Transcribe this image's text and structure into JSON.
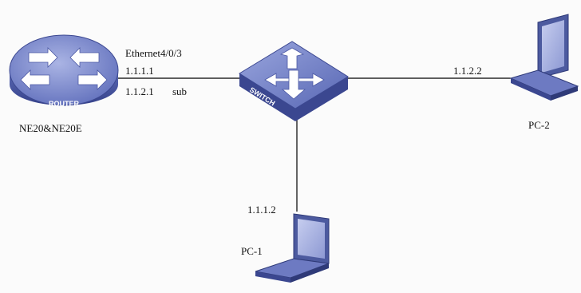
{
  "router": {
    "label": "NE20&NE20E",
    "badge": "ROUTER"
  },
  "switch": {
    "badge": "SWITCH"
  },
  "interfaces": {
    "ethernet": "Ethernet4/0/3",
    "ip1": "1.1.1.1",
    "ip2": "1.1.2.1",
    "sub": "sub"
  },
  "pc1": {
    "label": "PC-1",
    "ip": "1.1.1.2"
  },
  "pc2": {
    "label": "PC-2",
    "ip": "1.1.2.2"
  },
  "colors": {
    "device_fill_dark": "#4e5daa",
    "device_fill_light": "#8a96d0",
    "laptop_frame": "#4c5a9f",
    "laptop_screen": "#a8b3e0",
    "link_line": "#000000"
  }
}
